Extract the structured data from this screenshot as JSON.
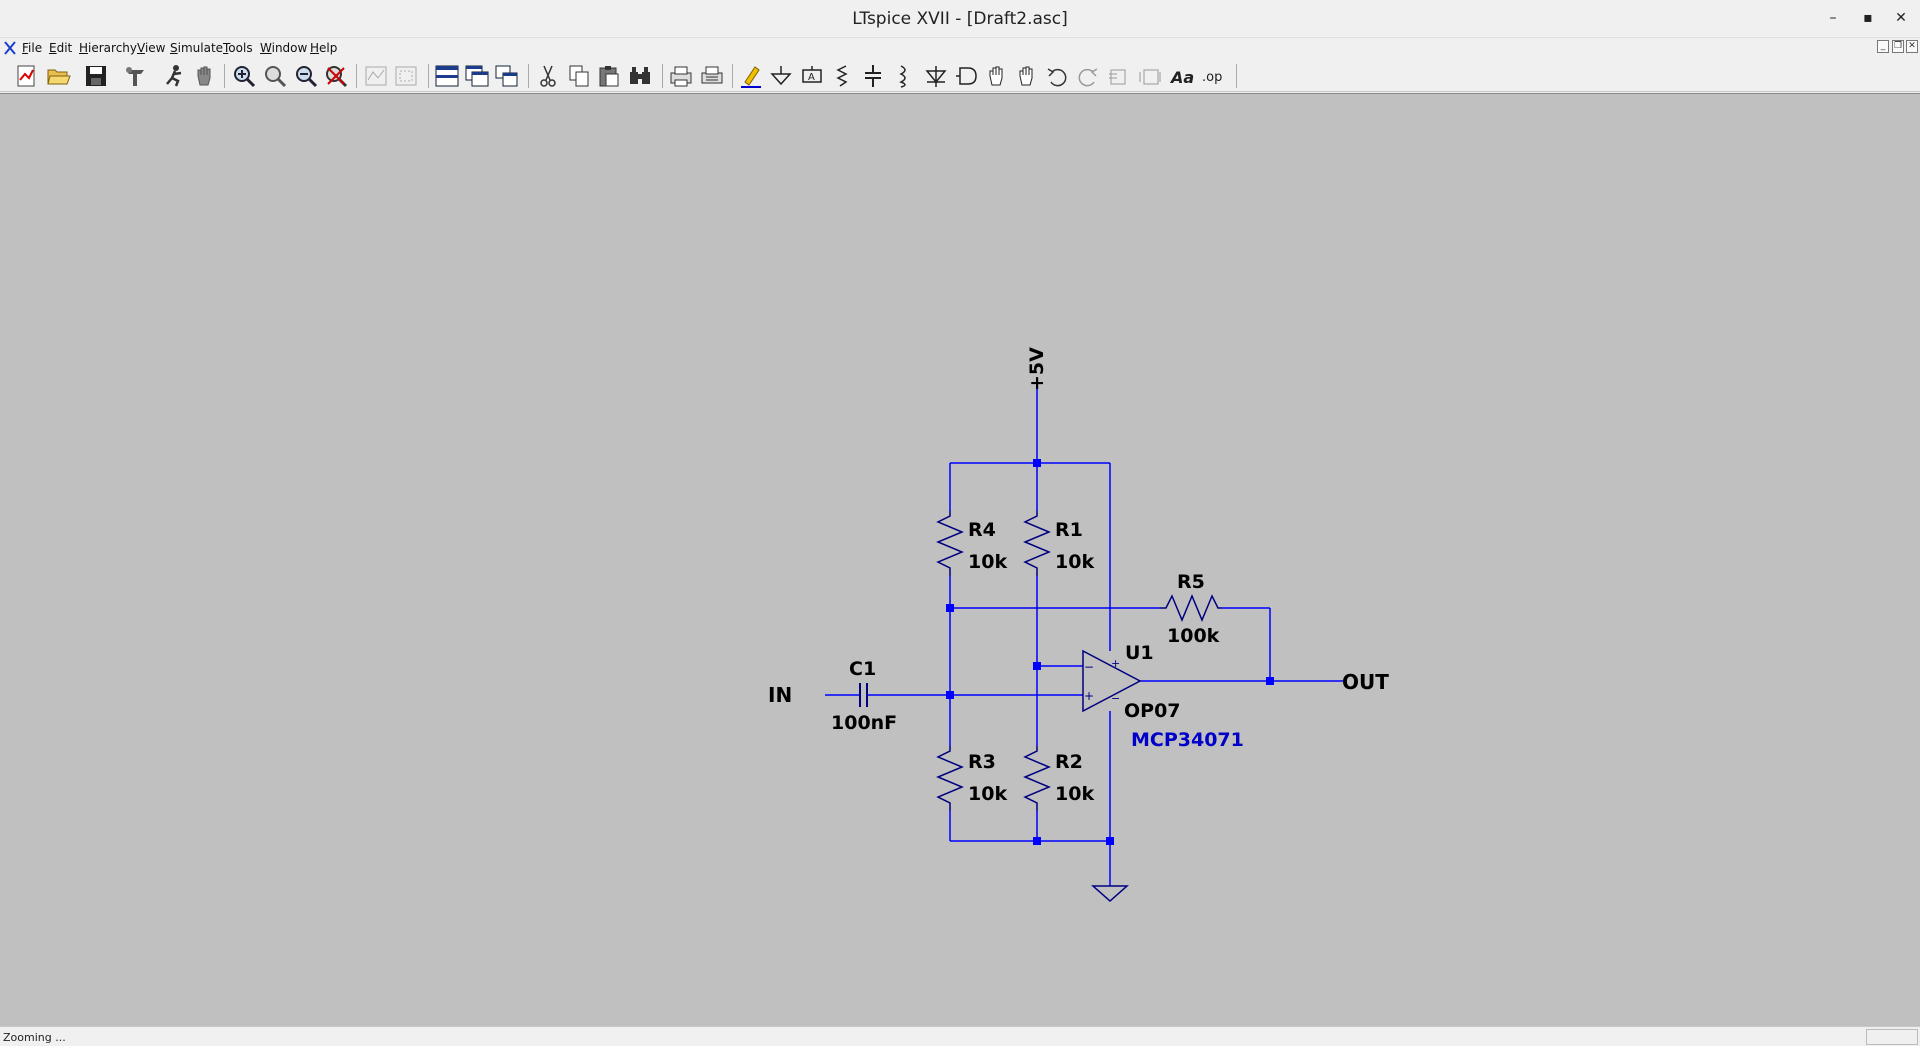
{
  "window": {
    "title": "LTspice XVII - [Draft2.asc]",
    "minimize": "–",
    "maximize": "▪",
    "close": "✕"
  },
  "menu": {
    "items": [
      {
        "label": "File"
      },
      {
        "label": "Edit"
      },
      {
        "label": "Hierarchy"
      },
      {
        "label": "View"
      },
      {
        "label": "Simulate"
      },
      {
        "label": "Tools"
      },
      {
        "label": "Window"
      },
      {
        "label": "Help"
      }
    ]
  },
  "toolbar": {
    "buttons": [
      "new-schematic-icon",
      "open-icon",
      "save-icon",
      "control-panel-icon",
      "run-icon",
      "halt-icon",
      "zoom-in-icon",
      "zoom-area-icon",
      "zoom-out-icon",
      "zoom-fit-icon",
      "autorange-icon",
      "zoom-full-icon",
      "tile-horizontal-icon",
      "tile-vertical-icon",
      "cascade-icon",
      "cut-icon",
      "copy-icon",
      "paste-icon",
      "find-icon",
      "print-icon",
      "print-preview-icon",
      "wire-icon",
      "ground-icon",
      "label-icon",
      "resistor-icon",
      "capacitor-icon",
      "inductor-icon",
      "diode-icon",
      "component-icon",
      "move-icon",
      "drag-icon",
      "undo-icon",
      "redo-icon",
      "rotate-icon",
      "mirror-icon",
      "text-icon",
      "spice-directive-icon"
    ]
  },
  "schematic": {
    "colors": {
      "wire": "#0000ff",
      "component": "#000080",
      "text": "#000000",
      "value_blue": "#0000c8",
      "background": "#c0c0c0"
    },
    "supply": "+5V",
    "in_label": "IN",
    "out_label": "OUT",
    "components": {
      "r4": {
        "name": "R4",
        "value": "10k"
      },
      "r1": {
        "name": "R1",
        "value": "10k"
      },
      "r5": {
        "name": "R5",
        "value": "100k"
      },
      "r3": {
        "name": "R3",
        "value": "10k"
      },
      "r2": {
        "name": "R2",
        "value": "10k"
      },
      "c1": {
        "name": "C1",
        "value": "100nF"
      },
      "u1": {
        "name": "U1",
        "model": "OP07",
        "value2": "MCP34071"
      }
    },
    "opamp_pins": {
      "plus_top": "+",
      "minus_top": "−",
      "minus_left": "−",
      "plus_left": "+"
    }
  },
  "status": {
    "text": "Zooming ..."
  }
}
